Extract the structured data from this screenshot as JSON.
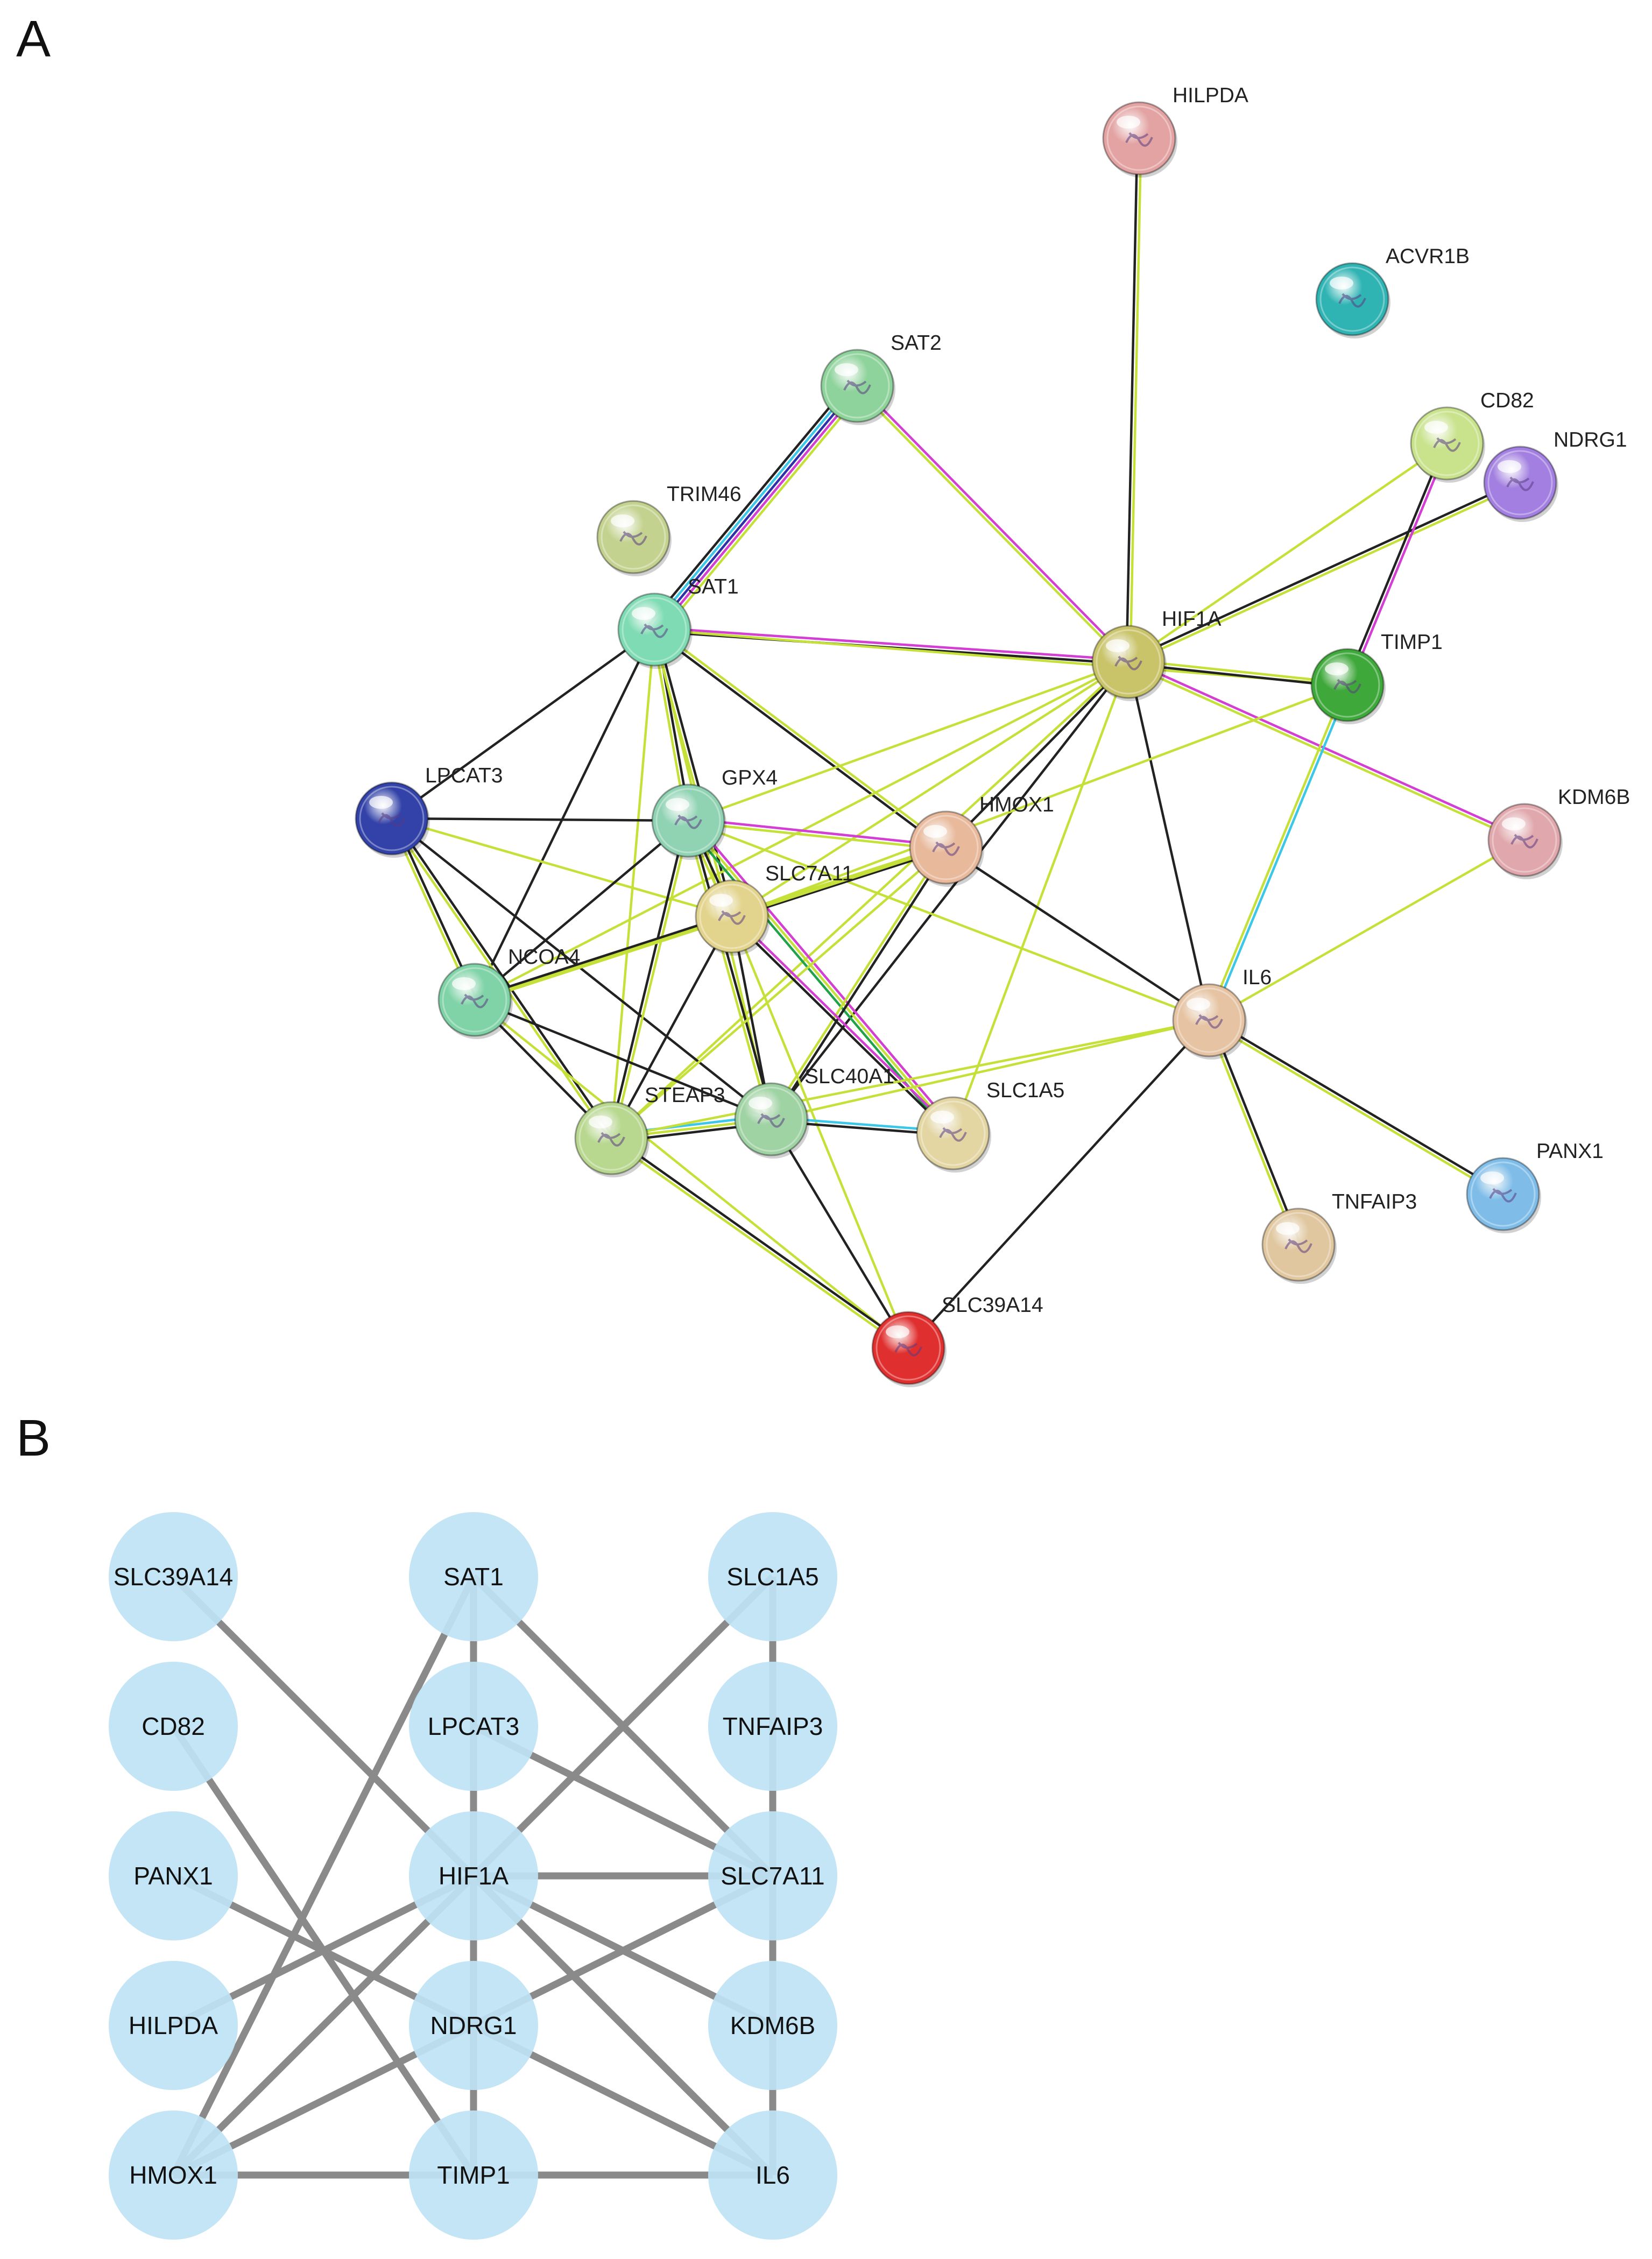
{
  "panels": {
    "a": {
      "letter": "A"
    },
    "b": {
      "letter": "B"
    }
  },
  "colors": {
    "combined": "#222222",
    "textmining": "#c6e03a",
    "experiments": "#d33fd3",
    "coexpression": "#2f2fa8",
    "databases": "#3cc7e8",
    "neighborhood": "#22a34a",
    "panel_b_node": "#bfe3f5",
    "panel_b_edge": "#8a8a8a"
  },
  "network_a": {
    "nodes": [
      {
        "id": "HILPDA",
        "label": "HILPDA",
        "color": "#e3a3a3"
      },
      {
        "id": "ACVR1B",
        "label": "ACVR1B",
        "color": "#2fb3b3"
      },
      {
        "id": "SAT2",
        "label": "SAT2",
        "color": "#8fd39c"
      },
      {
        "id": "CD82",
        "label": "CD82",
        "color": "#c9e38d"
      },
      {
        "id": "NDRG1",
        "label": "NDRG1",
        "color": "#a27fe0"
      },
      {
        "id": "TRIM46",
        "label": "TRIM46",
        "color": "#c3d38f"
      },
      {
        "id": "SAT1",
        "label": "SAT1",
        "color": "#7edbb3"
      },
      {
        "id": "HIF1A",
        "label": "HIF1A",
        "color": "#c9c36a"
      },
      {
        "id": "TIMP1",
        "label": "TIMP1",
        "color": "#3ea83a"
      },
      {
        "id": "LPCAT3",
        "label": "LPCAT3",
        "color": "#3242a8"
      },
      {
        "id": "GPX4",
        "label": "GPX4",
        "color": "#8fd3b3"
      },
      {
        "id": "HMOX1",
        "label": "HMOX1",
        "color": "#e8b99b"
      },
      {
        "id": "KDM6B",
        "label": "KDM6B",
        "color": "#e0a7ac"
      },
      {
        "id": "SLC7A11",
        "label": "SLC7A11",
        "color": "#e3d48d"
      },
      {
        "id": "NCOA4",
        "label": "NCOA4",
        "color": "#7fd3a7"
      },
      {
        "id": "IL6",
        "label": "IL6",
        "color": "#e6c4a3"
      },
      {
        "id": "STEAP3",
        "label": "STEAP3",
        "color": "#b8d890"
      },
      {
        "id": "SLC40A1",
        "label": "SLC40A1",
        "color": "#9fd3a3"
      },
      {
        "id": "SLC1A5",
        "label": "SLC1A5",
        "color": "#e3d6a3"
      },
      {
        "id": "PANX1",
        "label": "PANX1",
        "color": "#7fbde8"
      },
      {
        "id": "TNFAIP3",
        "label": "TNFAIP3",
        "color": "#e0c79f"
      },
      {
        "id": "SLC39A14",
        "label": "SLC39A14",
        "color": "#e02f2f"
      }
    ],
    "edges": [
      {
        "s": "HILPDA",
        "t": "HIF1A",
        "c": [
          "textmining",
          "combined"
        ]
      },
      {
        "s": "SAT2",
        "t": "SAT1",
        "c": [
          "textmining",
          "experiments",
          "coexpression",
          "databases",
          "combined"
        ]
      },
      {
        "s": "SAT2",
        "t": "HIF1A",
        "c": [
          "experiments",
          "textmining"
        ]
      },
      {
        "s": "SAT1",
        "t": "HIF1A",
        "c": [
          "experiments",
          "combined"
        ]
      },
      {
        "s": "SAT1",
        "t": "TIMP1",
        "c": [
          "textmining"
        ]
      },
      {
        "s": "SAT1",
        "t": "LPCAT3",
        "c": [
          "combined"
        ]
      },
      {
        "s": "SAT1",
        "t": "GPX4",
        "c": [
          "combined",
          "textmining"
        ]
      },
      {
        "s": "SAT1",
        "t": "SLC7A11",
        "c": [
          "combined",
          "textmining"
        ]
      },
      {
        "s": "SAT1",
        "t": "NCOA4",
        "c": [
          "combined"
        ]
      },
      {
        "s": "SAT1",
        "t": "STEAP3",
        "c": [
          "textmining"
        ]
      },
      {
        "s": "SAT1",
        "t": "HMOX1",
        "c": [
          "textmining",
          "combined"
        ]
      },
      {
        "s": "SAT1",
        "t": "SLC40A1",
        "c": [
          "textmining"
        ]
      },
      {
        "s": "CD82",
        "t": "HIF1A",
        "c": [
          "textmining"
        ]
      },
      {
        "s": "NDRG1",
        "t": "HIF1A",
        "c": [
          "textmining",
          "combined"
        ]
      },
      {
        "s": "CD82",
        "t": "TIMP1",
        "c": [
          "experiments",
          "combined"
        ]
      },
      {
        "s": "HIF1A",
        "t": "TIMP1",
        "c": [
          "textmining",
          "combined"
        ]
      },
      {
        "s": "HIF1A",
        "t": "KDM6B",
        "c": [
          "experiments",
          "textmining"
        ]
      },
      {
        "s": "HIF1A",
        "t": "HMOX1",
        "c": [
          "combined"
        ]
      },
      {
        "s": "HIF1A",
        "t": "IL6",
        "c": [
          "combined"
        ]
      },
      {
        "s": "HIF1A",
        "t": "GPX4",
        "c": [
          "textmining"
        ]
      },
      {
        "s": "HIF1A",
        "t": "SLC7A11",
        "c": [
          "textmining"
        ]
      },
      {
        "s": "HIF1A",
        "t": "STEAP3",
        "c": [
          "textmining"
        ]
      },
      {
        "s": "HIF1A",
        "t": "SLC40A1",
        "c": [
          "combined"
        ]
      },
      {
        "s": "HIF1A",
        "t": "SLC1A5",
        "c": [
          "textmining"
        ]
      },
      {
        "s": "HIF1A",
        "t": "NCOA4",
        "c": [
          "textmining"
        ]
      },
      {
        "s": "TIMP1",
        "t": "IL6",
        "c": [
          "databases",
          "textmining"
        ]
      },
      {
        "s": "TIMP1",
        "t": "SLC7A11",
        "c": [
          "textmining"
        ]
      },
      {
        "s": "KDM6B",
        "t": "IL6",
        "c": [
          "textmining"
        ]
      },
      {
        "s": "LPCAT3",
        "t": "GPX4",
        "c": [
          "combined"
        ]
      },
      {
        "s": "LPCAT3",
        "t": "SLC7A11",
        "c": [
          "textmining"
        ]
      },
      {
        "s": "LPCAT3",
        "t": "NCOA4",
        "c": [
          "combined",
          "textmining"
        ]
      },
      {
        "s": "LPCAT3",
        "t": "STEAP3",
        "c": [
          "combined",
          "textmining"
        ]
      },
      {
        "s": "LPCAT3",
        "t": "SLC40A1",
        "c": [
          "combined"
        ]
      },
      {
        "s": "GPX4",
        "t": "HMOX1",
        "c": [
          "experiments",
          "textmining"
        ]
      },
      {
        "s": "GPX4",
        "t": "SLC7A11",
        "c": [
          "combined",
          "textmining"
        ]
      },
      {
        "s": "GPX4",
        "t": "NCOA4",
        "c": [
          "combined"
        ]
      },
      {
        "s": "GPX4",
        "t": "STEAP3",
        "c": [
          "textmining",
          "combined"
        ]
      },
      {
        "s": "GPX4",
        "t": "SLC40A1",
        "c": [
          "combined",
          "textmining"
        ]
      },
      {
        "s": "GPX4",
        "t": "SLC1A5",
        "c": [
          "experiments",
          "textmining",
          "neighborhood"
        ]
      },
      {
        "s": "GPX4",
        "t": "IL6",
        "c": [
          "textmining"
        ]
      },
      {
        "s": "HMOX1",
        "t": "SLC7A11",
        "c": [
          "combined",
          "textmining"
        ]
      },
      {
        "s": "HMOX1",
        "t": "IL6",
        "c": [
          "combined"
        ]
      },
      {
        "s": "HMOX1",
        "t": "NCOA4",
        "c": [
          "textmining"
        ]
      },
      {
        "s": "HMOX1",
        "t": "STEAP3",
        "c": [
          "textmining"
        ]
      },
      {
        "s": "HMOX1",
        "t": "SLC40A1",
        "c": [
          "combined",
          "textmining"
        ]
      },
      {
        "s": "SLC7A11",
        "t": "NCOA4",
        "c": [
          "textmining",
          "combined"
        ]
      },
      {
        "s": "SLC7A11",
        "t": "STEAP3",
        "c": [
          "combined"
        ]
      },
      {
        "s": "SLC7A11",
        "t": "SLC40A1",
        "c": [
          "combined"
        ]
      },
      {
        "s": "SLC7A11",
        "t": "SLC1A5",
        "c": [
          "experiments",
          "combined"
        ]
      },
      {
        "s": "SLC7A11",
        "t": "SLC39A14",
        "c": [
          "textmining"
        ]
      },
      {
        "s": "NCOA4",
        "t": "STEAP3",
        "c": [
          "combined"
        ]
      },
      {
        "s": "NCOA4",
        "t": "SLC40A1",
        "c": [
          "combined"
        ]
      },
      {
        "s": "NCOA4",
        "t": "SLC39A14",
        "c": [
          "textmining"
        ]
      },
      {
        "s": "STEAP3",
        "t": "SLC40A1",
        "c": [
          "databases",
          "textmining",
          "combined"
        ]
      },
      {
        "s": "STEAP3",
        "t": "SLC39A14",
        "c": [
          "combined",
          "textmining"
        ]
      },
      {
        "s": "STEAP3",
        "t": "IL6",
        "c": [
          "textmining"
        ]
      },
      {
        "s": "SLC40A1",
        "t": "SLC1A5",
        "c": [
          "databases",
          "combined"
        ]
      },
      {
        "s": "SLC40A1",
        "t": "SLC39A14",
        "c": [
          "combined"
        ]
      },
      {
        "s": "SLC40A1",
        "t": "IL6",
        "c": [
          "textmining"
        ]
      },
      {
        "s": "IL6",
        "t": "SLC39A14",
        "c": [
          "combined"
        ]
      },
      {
        "s": "IL6",
        "t": "PANX1",
        "c": [
          "combined",
          "textmining"
        ]
      },
      {
        "s": "IL6",
        "t": "TNFAIP3",
        "c": [
          "combined",
          "textmining"
        ]
      }
    ]
  },
  "network_b": {
    "nodes": [
      {
        "id": "SLC39A14",
        "label": "SLC39A14"
      },
      {
        "id": "CD82",
        "label": "CD82"
      },
      {
        "id": "PANX1",
        "label": "PANX1"
      },
      {
        "id": "HILPDA",
        "label": "HILPDA"
      },
      {
        "id": "HMOX1",
        "label": "HMOX1"
      },
      {
        "id": "SAT1",
        "label": "SAT1"
      },
      {
        "id": "LPCAT3",
        "label": "LPCAT3"
      },
      {
        "id": "HIF1A",
        "label": "HIF1A"
      },
      {
        "id": "NDRG1",
        "label": "NDRG1"
      },
      {
        "id": "TIMP1",
        "label": "TIMP1"
      },
      {
        "id": "SLC1A5",
        "label": "SLC1A5"
      },
      {
        "id": "TNFAIP3",
        "label": "TNFAIP3"
      },
      {
        "id": "SLC7A11",
        "label": "SLC7A11"
      },
      {
        "id": "KDM6B",
        "label": "KDM6B"
      },
      {
        "id": "IL6",
        "label": "IL6"
      }
    ],
    "edges": [
      {
        "s": "SLC39A14",
        "t": "IL6"
      },
      {
        "s": "CD82",
        "t": "TIMP1"
      },
      {
        "s": "PANX1",
        "t": "IL6"
      },
      {
        "s": "HILPDA",
        "t": "HIF1A"
      },
      {
        "s": "HMOX1",
        "t": "SAT1"
      },
      {
        "s": "HMOX1",
        "t": "HIF1A"
      },
      {
        "s": "HMOX1",
        "t": "SLC7A11"
      },
      {
        "s": "HMOX1",
        "t": "TIMP1"
      },
      {
        "s": "SAT1",
        "t": "SLC7A11"
      },
      {
        "s": "SAT1",
        "t": "TIMP1"
      },
      {
        "s": "LPCAT3",
        "t": "SLC7A11"
      },
      {
        "s": "HIF1A",
        "t": "SLC1A5"
      },
      {
        "s": "HIF1A",
        "t": "SLC7A11"
      },
      {
        "s": "HIF1A",
        "t": "KDM6B"
      },
      {
        "s": "HIF1A",
        "t": "IL6"
      },
      {
        "s": "TIMP1",
        "t": "IL6"
      },
      {
        "s": "SLC1A5",
        "t": "IL6"
      }
    ]
  }
}
